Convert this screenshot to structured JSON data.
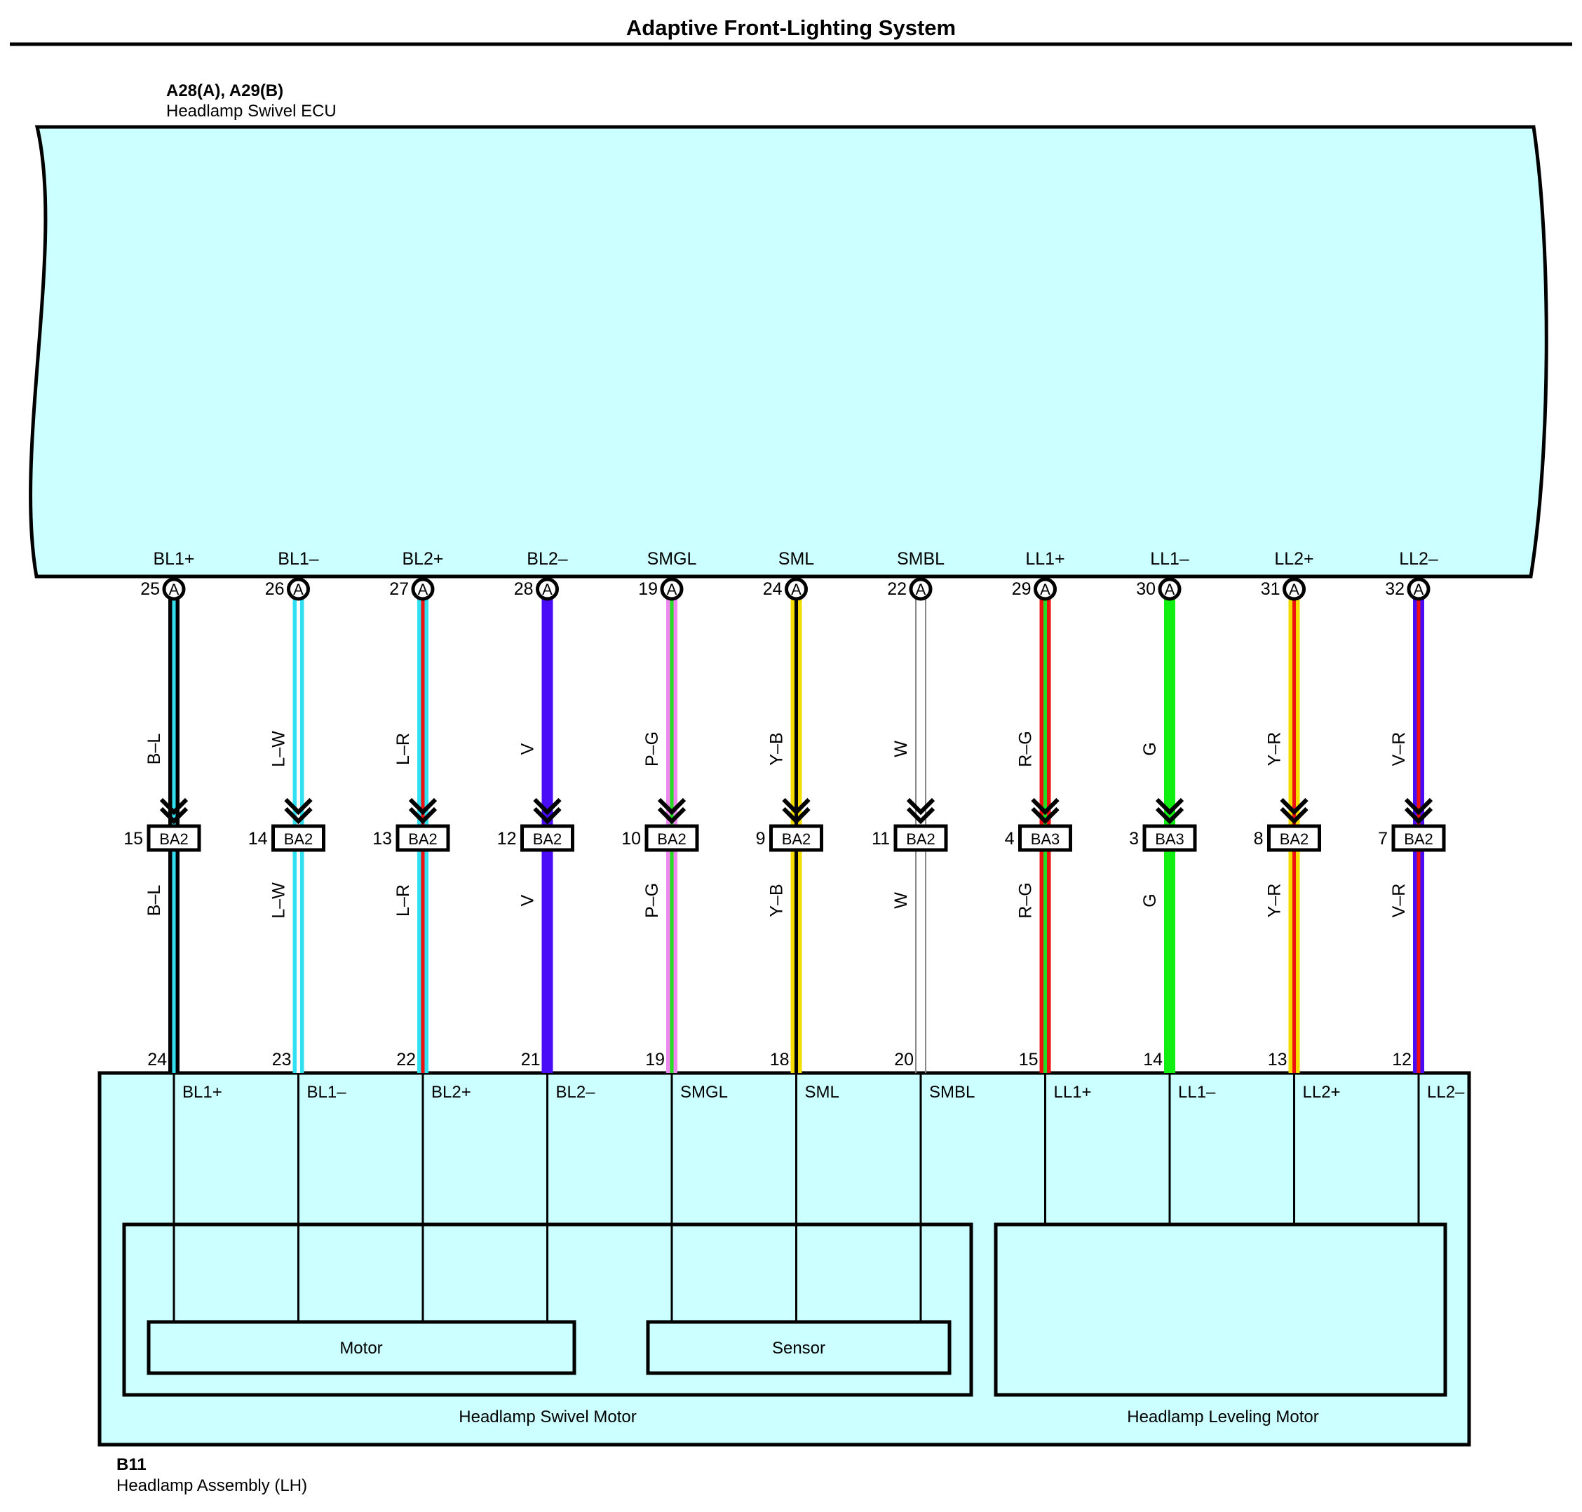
{
  "title": "Adaptive Front-Lighting System",
  "ecu": {
    "connector": "A28(A), A29(B)",
    "name": "Headlamp Swivel ECU",
    "connector_letter": "A"
  },
  "assembly": {
    "connector": "B11",
    "name": "Headlamp Assembly (LH)"
  },
  "swivel_motor": {
    "name": "Headlamp Swivel Motor",
    "motor_label": "Motor",
    "sensor_label": "Sensor"
  },
  "leveling_motor": {
    "name": "Headlamp Leveling Motor"
  },
  "circuits": [
    {
      "signal": "BL1+",
      "ecu_pin": "25",
      "wire": "B–L",
      "junction": "BA2",
      "junction_pin": "15",
      "dev_pin": "24",
      "dev_label": "BL1+",
      "base": "#000000",
      "stripe": "#33e0f0"
    },
    {
      "signal": "BL1–",
      "ecu_pin": "26",
      "wire": "L–W",
      "junction": "BA2",
      "junction_pin": "14",
      "dev_pin": "23",
      "dev_label": "BL1–",
      "base": "#33e0f0",
      "stripe": "#ffffff"
    },
    {
      "signal": "BL2+",
      "ecu_pin": "27",
      "wire": "L–R",
      "junction": "BA2",
      "junction_pin": "13",
      "dev_pin": "22",
      "dev_label": "BL2+",
      "base": "#33e0f0",
      "stripe": "#ee1111"
    },
    {
      "signal": "BL2–",
      "ecu_pin": "28",
      "wire": "V",
      "junction": "BA2",
      "junction_pin": "12",
      "dev_pin": "21",
      "dev_label": "BL2–",
      "base": "#4a0cf5",
      "stripe": ""
    },
    {
      "signal": "SMGL",
      "ecu_pin": "19",
      "wire": "P–G",
      "junction": "BA2",
      "junction_pin": "10",
      "dev_pin": "19",
      "dev_label": "SMGL",
      "base": "#ee88ee",
      "stripe": "#22dd22"
    },
    {
      "signal": "SML",
      "ecu_pin": "24",
      "wire": "Y–B",
      "junction": "BA2",
      "junction_pin": "9",
      "dev_pin": "18",
      "dev_label": "SML",
      "base": "#f5dc00",
      "stripe": "#000000"
    },
    {
      "signal": "SMBL",
      "ecu_pin": "22",
      "wire": "W",
      "junction": "BA2",
      "junction_pin": "11",
      "dev_pin": "20",
      "dev_label": "SMBL",
      "base": "#ffffff",
      "stripe": ""
    },
    {
      "signal": "LL1+",
      "ecu_pin": "29",
      "wire": "R–G",
      "junction": "BA3",
      "junction_pin": "4",
      "dev_pin": "15",
      "dev_label": "LL1+",
      "base": "#ee1111",
      "stripe": "#22dd22"
    },
    {
      "signal": "LL1–",
      "ecu_pin": "30",
      "wire": "G",
      "junction": "BA3",
      "junction_pin": "3",
      "dev_pin": "14",
      "dev_label": "LL1–",
      "base": "#11ee11",
      "stripe": ""
    },
    {
      "signal": "LL2+",
      "ecu_pin": "31",
      "wire": "Y–R",
      "junction": "BA2",
      "junction_pin": "8",
      "dev_pin": "13",
      "dev_label": "LL2+",
      "base": "#f5dc00",
      "stripe": "#ee1111"
    },
    {
      "signal": "LL2–",
      "ecu_pin": "32",
      "wire": "V–R",
      "junction": "BA2",
      "junction_pin": "7",
      "dev_pin": "12",
      "dev_label": "LL2–",
      "base": "#4a0cf5",
      "stripe": "#ee1111"
    }
  ]
}
